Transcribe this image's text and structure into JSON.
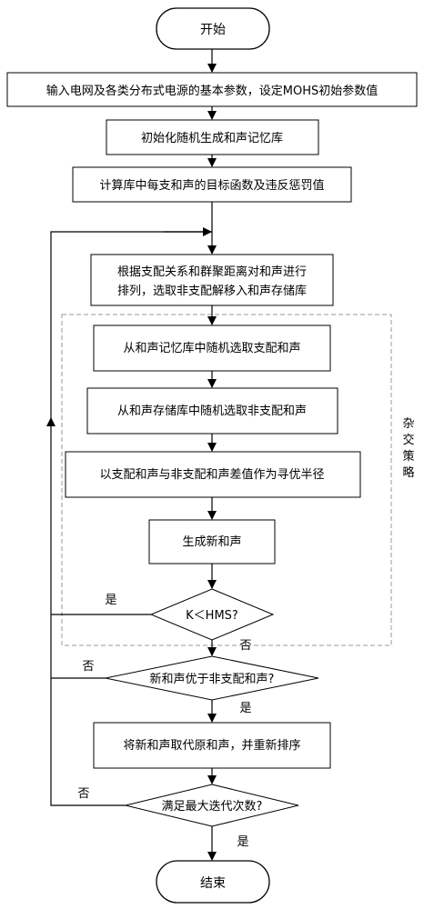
{
  "flowchart": {
    "start": "开始",
    "end": "结束",
    "steps": {
      "input": "输入电网及各类分布式电源的基本参数，设定MOHS初始参数值",
      "init": "初始化随机生成和声记忆库",
      "calc": "计算库中每支和声的目标函数及违反惩罚值",
      "sort_line1": "根据支配关系和群聚距离对和声进行",
      "sort_line2": "排列，选取非支配解移入和声存储库",
      "select_dom": "从和声记忆库中随机选取支配和声",
      "select_nondom": "从和声存储库中随机选取非支配和声",
      "radius": "以支配和声与非支配和声差值作为寻优半径",
      "generate": "生成新和声",
      "replace": "将新和声取代原和声，并重新排序"
    },
    "decisions": {
      "k_hms": "K＜HMS?",
      "better": "新和声优于非支配和声?",
      "max_iter": "满足最大迭代次数?"
    },
    "branch_labels": {
      "yes": "是",
      "no": "否"
    },
    "strategy_label": [
      "杂",
      "交",
      "策",
      "略"
    ]
  }
}
